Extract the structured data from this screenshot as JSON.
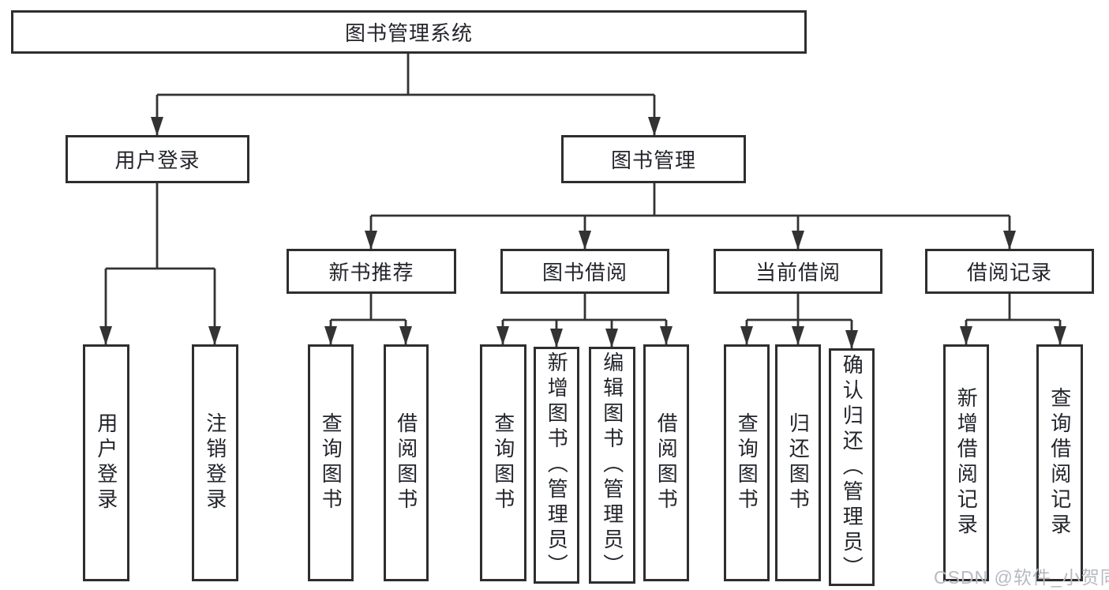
{
  "colors": {
    "background": "#ffffff",
    "line": "#333333",
    "box_border": "#2e2e2e",
    "text": "#23252b",
    "watermark": "#b6bac1"
  },
  "watermark": {
    "text": "CSDN @软件_小贺同学"
  },
  "tree": {
    "label": "图书管理系统",
    "children": [
      {
        "label": "用户登录",
        "children": [
          {
            "label": "用户登录"
          },
          {
            "label": "注销登录"
          }
        ]
      },
      {
        "label": "图书管理",
        "children": [
          {
            "label": "新书推荐",
            "children": [
              {
                "label": "查询图书"
              },
              {
                "label": "借阅图书"
              }
            ]
          },
          {
            "label": "图书借阅",
            "children": [
              {
                "label": "查询图书"
              },
              {
                "label": "新增图书（管理员）"
              },
              {
                "label": "编辑图书（管理员）"
              },
              {
                "label": "借阅图书"
              }
            ]
          },
          {
            "label": "当前借阅",
            "children": [
              {
                "label": "查询图书"
              },
              {
                "label": "归还图书"
              },
              {
                "label": "确认归还（管理员）"
              }
            ]
          },
          {
            "label": "借阅记录",
            "children": [
              {
                "label": "新增借阅记录"
              },
              {
                "label": "查询借阅记录"
              }
            ]
          }
        ]
      }
    ]
  }
}
